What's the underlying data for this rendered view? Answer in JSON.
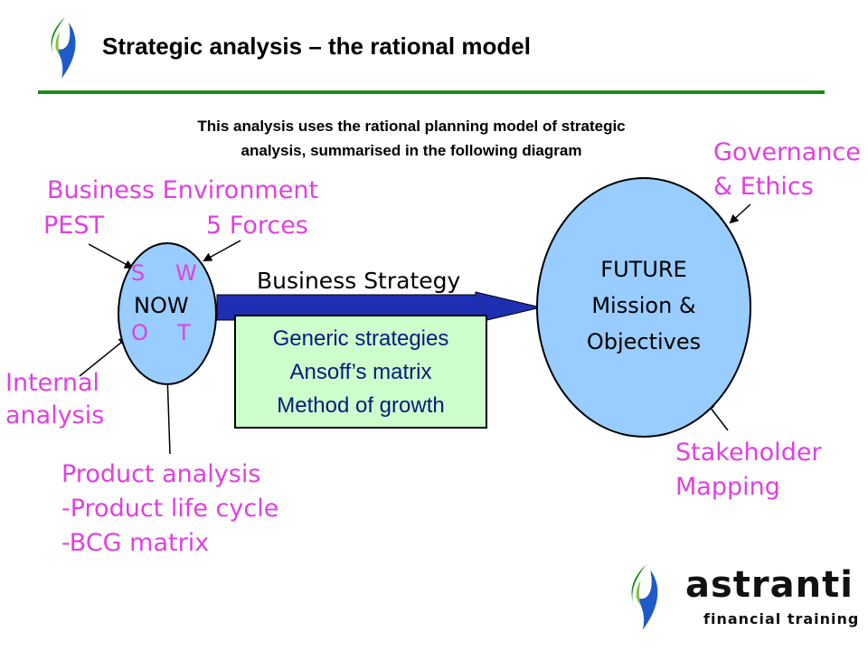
{
  "title": "Strategic analysis – the rational model",
  "intro": {
    "line1": "This analysis uses the rational planning model of strategic",
    "line2": "analysis, summarised in the following diagram"
  },
  "business_environment": {
    "heading": "Business Environment",
    "pest": "PEST",
    "five_forces": "5 Forces"
  },
  "now": {
    "label": "NOW",
    "s": "S",
    "w": "W",
    "o": "O",
    "t": "T"
  },
  "internal_analysis": {
    "line1": "Internal",
    "line2": "analysis"
  },
  "product_analysis": {
    "line1": "Product analysis",
    "line2": "-Product life cycle",
    "line3": "-BCG matrix"
  },
  "business_strategy": "Business Strategy",
  "strategies_box": {
    "line1": "Generic strategies",
    "line2": "Ansoff’s matrix",
    "line3": "Method of growth"
  },
  "future": {
    "line1": "FUTURE",
    "line2": "Mission &",
    "line3": "Objectives"
  },
  "governance": {
    "line1": "Governance",
    "line2": "& Ethics"
  },
  "stakeholder": {
    "line1": "Stakeholder",
    "line2": "Mapping"
  },
  "brand": {
    "name": "astranti",
    "tagline": "financial training"
  },
  "colors": {
    "pink": "#e040e0",
    "ellipse": "#99ccff",
    "box": "#ccffcc",
    "rule": "#1a8c1a",
    "arrow": "#1f2fb3"
  }
}
